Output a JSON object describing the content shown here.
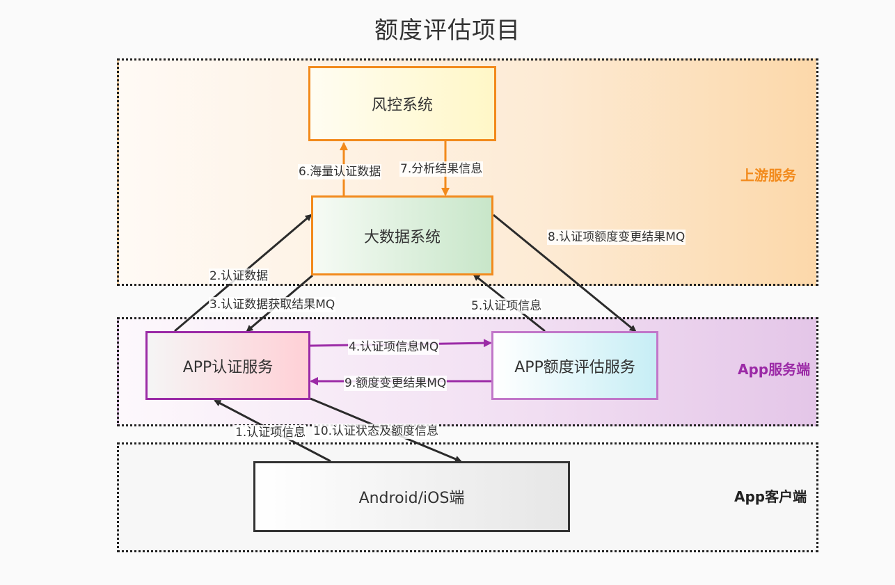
{
  "title": "额度评估项目",
  "zones": {
    "upstream": "上游服务",
    "app_server": "App服务端",
    "app_client": "App客户端"
  },
  "nodes": {
    "risk": "风控系统",
    "bigdata": "大数据系统",
    "auth": "APP认证服务",
    "quota": "APP额度评估服务",
    "client": "Android/iOS端"
  },
  "edges": {
    "e1": "1.认证项信息",
    "e2": "2.认证数据",
    "e3": "3.认证数据获取结果MQ",
    "e4": "4.认证项信息MQ",
    "e5": "5.认证项信息",
    "e6": "6.海量认证数据",
    "e7": "7.分析结果信息",
    "e8": "8.认证项额度变更结果MQ",
    "e9": "9.额度变更结果MQ",
    "e10": "10.认证状态及额度信息"
  },
  "colors": {
    "upstream_accent": "#f28a1c",
    "app_server_accent": "#9b2aa6",
    "client_accent": "#222222",
    "edge_dark": "#2b2b2b"
  }
}
